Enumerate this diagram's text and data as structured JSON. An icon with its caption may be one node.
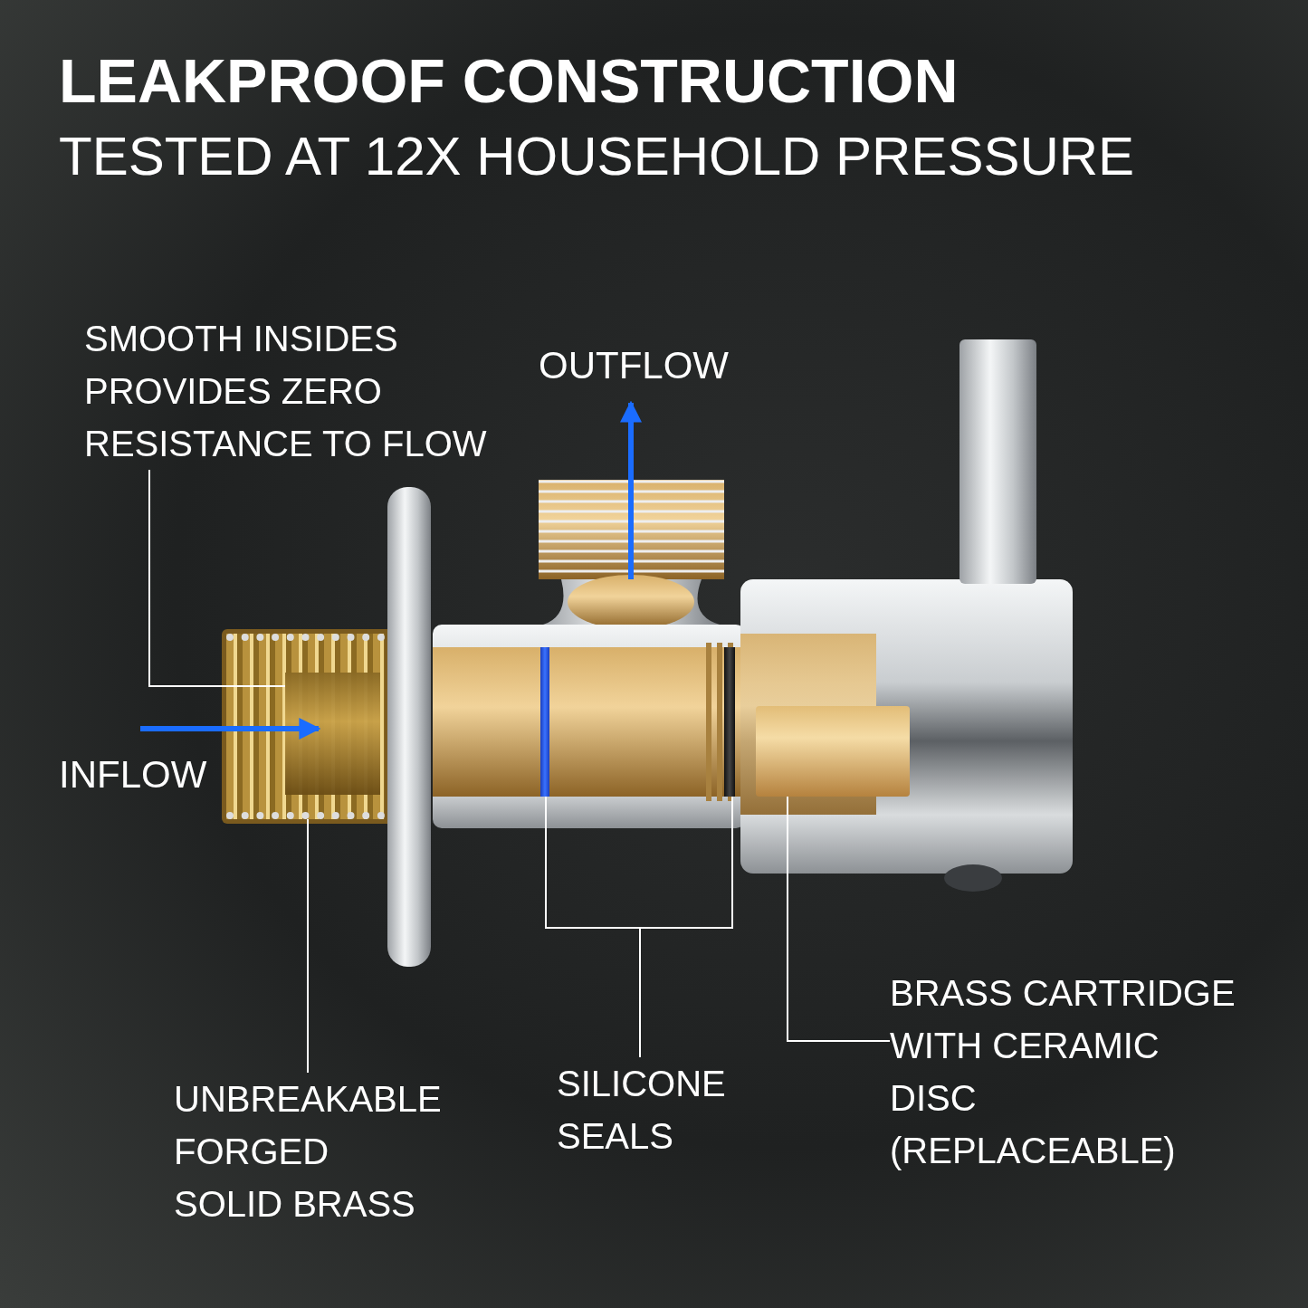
{
  "diagram": {
    "title": "LEAKPROOF CONSTRUCTION",
    "nodes": [
      {
        "text": [
          "SMOOTH INSIDES PROVIDES ZERO RESISTANCE TO FLOW"
        ]
      },
      {
        "text": [
          "UNBREAKABLE FORGED SOLID BRASS"
        ]
      },
      {
        "text": [
          "SILICONE SEALS"
        ]
      },
      {
        "text": [
          "BRASS CARTRIDGE WITH CERAMIC DISC (REPLACEABLE)"
        ]
      },
      {
        "text": [],
        "shape": "picture"
      },
      {
        "text": [],
        "shape": "bar",
        "in": 6
      },
      {
        "text": [],
        "shape": "bar",
        "in": 4
      },
      {
        "text": [],
        "shape": "bar",
        "in": 4
      },
      {
        "text": [],
        "shape": "bar",
        "in": 4
      },
      {
        "text": [],
        "shape": "bar",
        "in": 4
      }
    ],
    "edges": [
      {
        "from": 0,
        "to": 5,
        "arrow": "none"
      },
      {
        "from": 1,
        "to": 6,
        "arrow": "none"
      },
      {
        "from": 2,
        "to": 7,
        "arrow": "none"
      },
      {
        "from": 2,
        "to": 8,
        "arrow": "none"
      },
      {
        "from": 3,
        "to": 9,
        "arrow": "none"
      }
    ],
    "labels": [
      "TESTED AT 12X HOUSEHOLD PRESSURE",
      "OUTFLOW",
      "INFLOW"
    ]
  }
}
